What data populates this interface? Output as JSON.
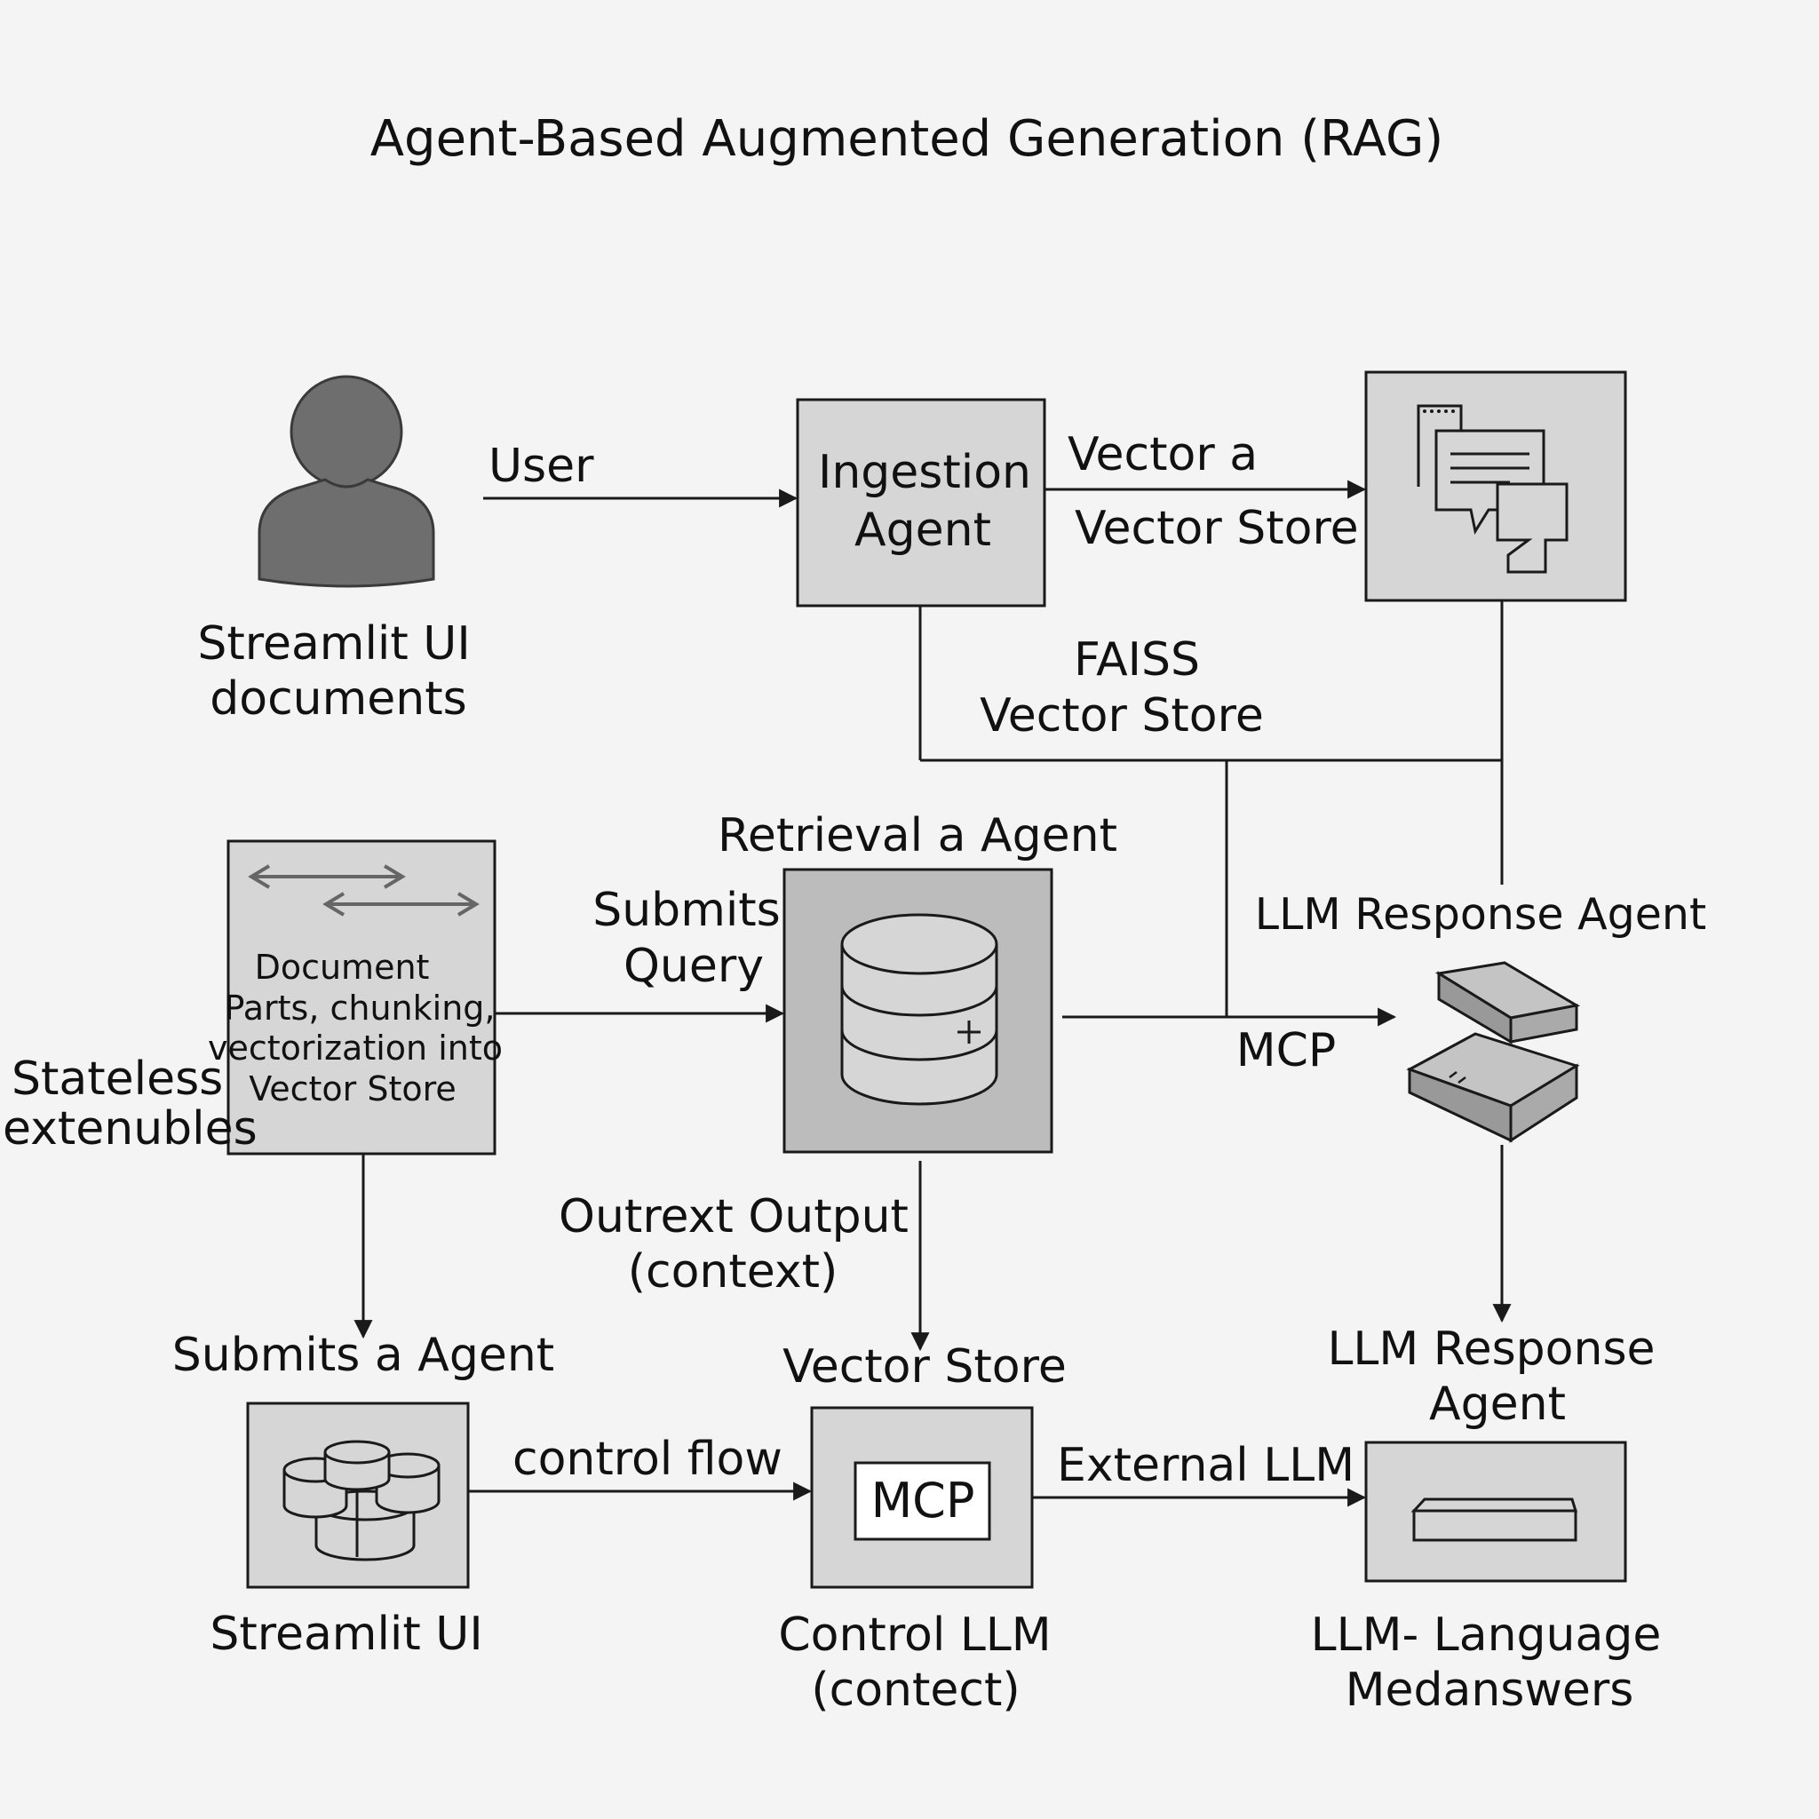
{
  "title": "Agent-Based Augmented Generation (RAG)",
  "colors": {
    "background": "#f4f4f4",
    "box_fill": "#d6d6d6",
    "box_fill_dark": "#bcbcbc",
    "stroke": "#1a1a1a",
    "user_icon": "#6e6e6e"
  },
  "nodes": {
    "user": {
      "icon": "user-silhouette-icon",
      "caption_line1": "Streamlit UI",
      "caption_line2": "documents"
    },
    "ingestion_agent": {
      "line1": "Ingestion",
      "line2": "Agent"
    },
    "vector_store_top": {
      "icon": "chat-windows-icon"
    },
    "document_box": {
      "icon": "bidirectional-arrows-icon",
      "line1": "Document",
      "line2": "Parts, chunking,",
      "line3": "vectorization into",
      "line4": "Vector Store"
    },
    "retrieval_agent": {
      "label": "Retrieval a Agent",
      "icon": "database-plus-icon"
    },
    "llm_response_agent_top": {
      "label": "LLM Response Agent",
      "icon": "stacked-layers-icon"
    },
    "streamlit_ui_bottom": {
      "top_label": "Submits a Agent",
      "caption": "Streamlit UI",
      "icon": "database-cluster-icon"
    },
    "control_llm": {
      "top_label": "Vector Store",
      "inner": "MCP",
      "caption_line1": "Control LLM",
      "caption_line2": "(contect)"
    },
    "llm_bottom": {
      "top_label_line1": "LLM Response",
      "top_label_line2": "Agent",
      "caption_line1": "LLM- Language",
      "caption_line2": "Medanswers",
      "icon": "flat-device-icon"
    }
  },
  "edges": {
    "user_to_ingestion": "User",
    "ingestion_to_store_line1": "Vector a",
    "ingestion_to_store_line2": "Vector Store",
    "faiss_line1": "FAISS",
    "faiss_line2": "Vector Store",
    "submits_query_line1": "Submits",
    "submits_query_line2": "Query",
    "mcp_mid": "MCP",
    "stateless_line1": "Stateless",
    "stateless_line2": "extenubles",
    "outrext_line1": "Outrext Output",
    "outrext_line2": "(context)",
    "control_flow": "control flow",
    "external_llm": "External LLM"
  }
}
